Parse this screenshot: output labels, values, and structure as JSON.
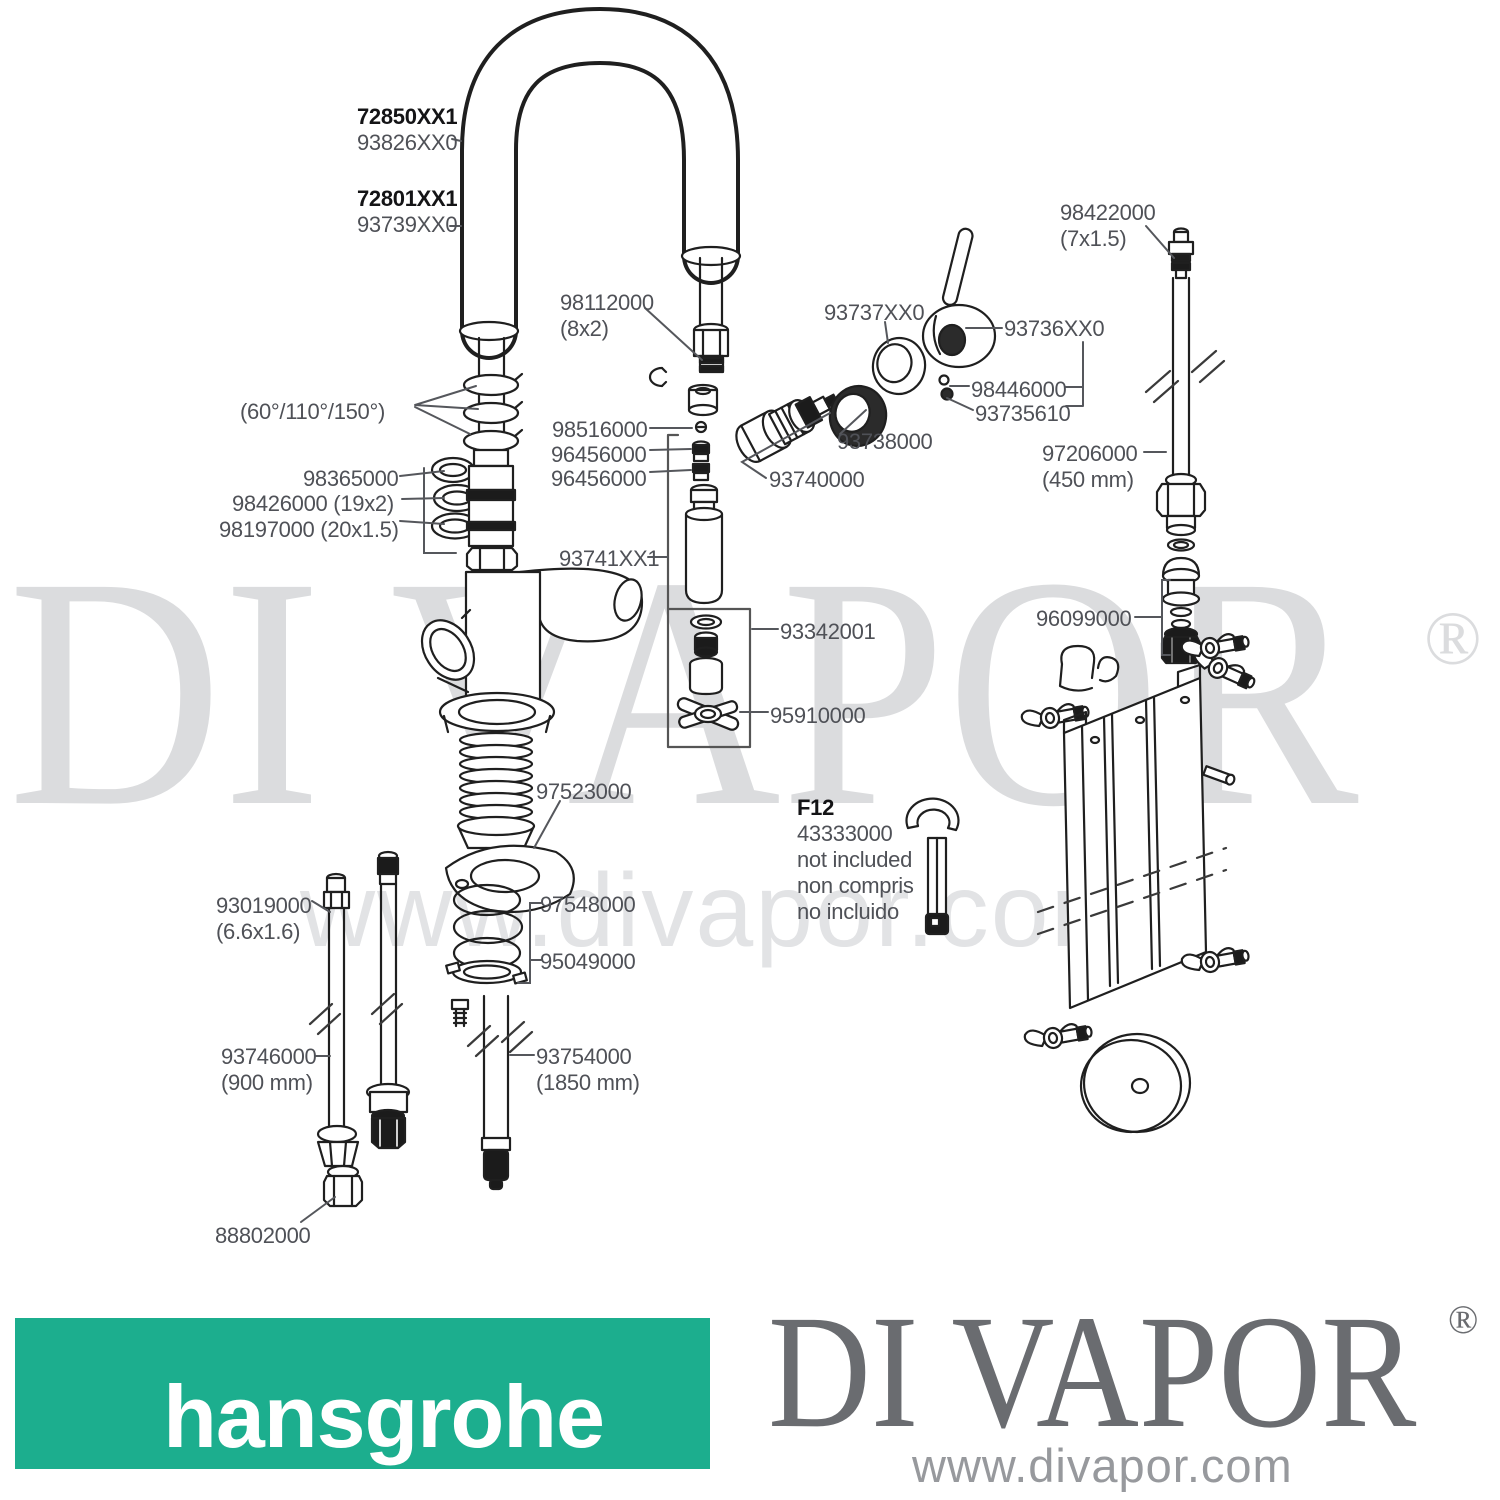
{
  "watermark": {
    "brand": "DI VAPOR",
    "registered": "®",
    "url": "www.divapor.com"
  },
  "footer": {
    "hansgrohe_logo": "hansgrohe",
    "brand_green": "#1cae8e",
    "divapor_logo": "DI VAPOR",
    "divapor_registered": "®",
    "divapor_url": "www.divapor.com",
    "logo_gray": "#6a6c70"
  },
  "labels": {
    "l72850_a": "72850XX1",
    "l72850_b": "93826XX0",
    "l72801_a": "72801XX1",
    "l72801_b": "93739XX0",
    "l98112_a": "98112000",
    "l98112_b": "(8x2)",
    "angles": "(60°/110°/150°)",
    "l98365": "98365000",
    "l98426": "98426000 (19x2)",
    "l98197": "98197000 (20x1.5)",
    "l98516": "98516000",
    "l96456a": "96456000",
    "l96456b": "96456000",
    "l93741": "93741XX1",
    "l93737": "93737XX0",
    "l93736": "93736XX0",
    "l98446": "98446000",
    "l93735": "93735610",
    "l93738": "93738000",
    "l93740": "93740000",
    "l98422_a": "98422000",
    "l98422_b": "(7x1.5)",
    "l97206_a": "97206000",
    "l97206_b": "(450 mm)",
    "l96099": "96099000",
    "l93342": "93342001",
    "l95910": "95910000",
    "l97523": "97523000",
    "f12_a": "F12",
    "f12_b": "43333000",
    "f12_c": "not included",
    "f12_d": "non compris",
    "f12_e": "no incluido",
    "l93019_a": "93019000",
    "l93019_b": "(6.6x1.6)",
    "l97548": "97548000",
    "l95049": "95049000",
    "l93746_a": "93746000",
    "l93746_b": "(900 mm)",
    "l93754_a": "93754000",
    "l93754_b": "(1850 mm)",
    "l88802": "88802000"
  }
}
